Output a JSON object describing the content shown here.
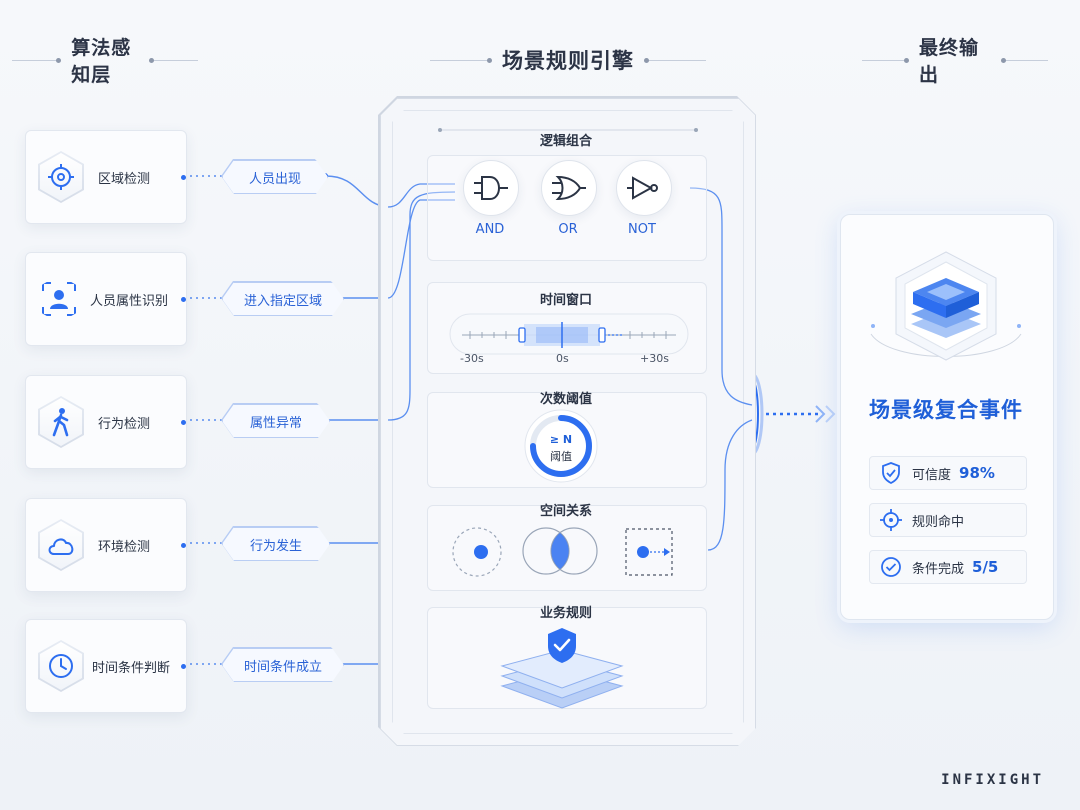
{
  "headers": {
    "left": "算法感知层",
    "center": "场景规则引擎",
    "right": "最终输出"
  },
  "inputs": [
    {
      "label": "区域检测",
      "icon": "target-icon"
    },
    {
      "label": "人员属性识别",
      "icon": "person-scan-icon"
    },
    {
      "label": "行为检测",
      "icon": "walking-person-icon"
    },
    {
      "label": "环境检测",
      "icon": "cloud-icon"
    },
    {
      "label": "时间条件判断",
      "icon": "clock-icon"
    }
  ],
  "conditions": [
    "人员出现",
    "进入指定区域",
    "属性异常",
    "行为发生",
    "时间条件成立"
  ],
  "engine": {
    "logic": {
      "title": "逻辑组合",
      "gates": [
        {
          "label": "AND",
          "icon": "and-gate-icon"
        },
        {
          "label": "OR",
          "icon": "or-gate-icon"
        },
        {
          "label": "NOT",
          "icon": "not-gate-icon"
        }
      ]
    },
    "time_window": {
      "title": "时间窗口",
      "ticks": [
        "-30s",
        "0s",
        "+30s"
      ]
    },
    "threshold": {
      "title": "次数阈值",
      "symbol": "≥ N",
      "label": "阈值"
    },
    "spatial": {
      "title": "空间关系"
    },
    "business": {
      "title": "业务规则"
    }
  },
  "output": {
    "title": "场景级复合事件",
    "rows": [
      {
        "label": "可信度",
        "value": "98%",
        "icon": "shield-check-icon"
      },
      {
        "label": "规则命中",
        "value": "",
        "icon": "crosshair-icon"
      },
      {
        "label": "条件完成",
        "value": "5/5",
        "icon": "check-circle-icon"
      }
    ]
  },
  "brand": "INFIXIGHT",
  "colors": {
    "accent": "#2d6ef0",
    "accent_dark": "#1f5fd8",
    "line": "#5b8ff0"
  }
}
